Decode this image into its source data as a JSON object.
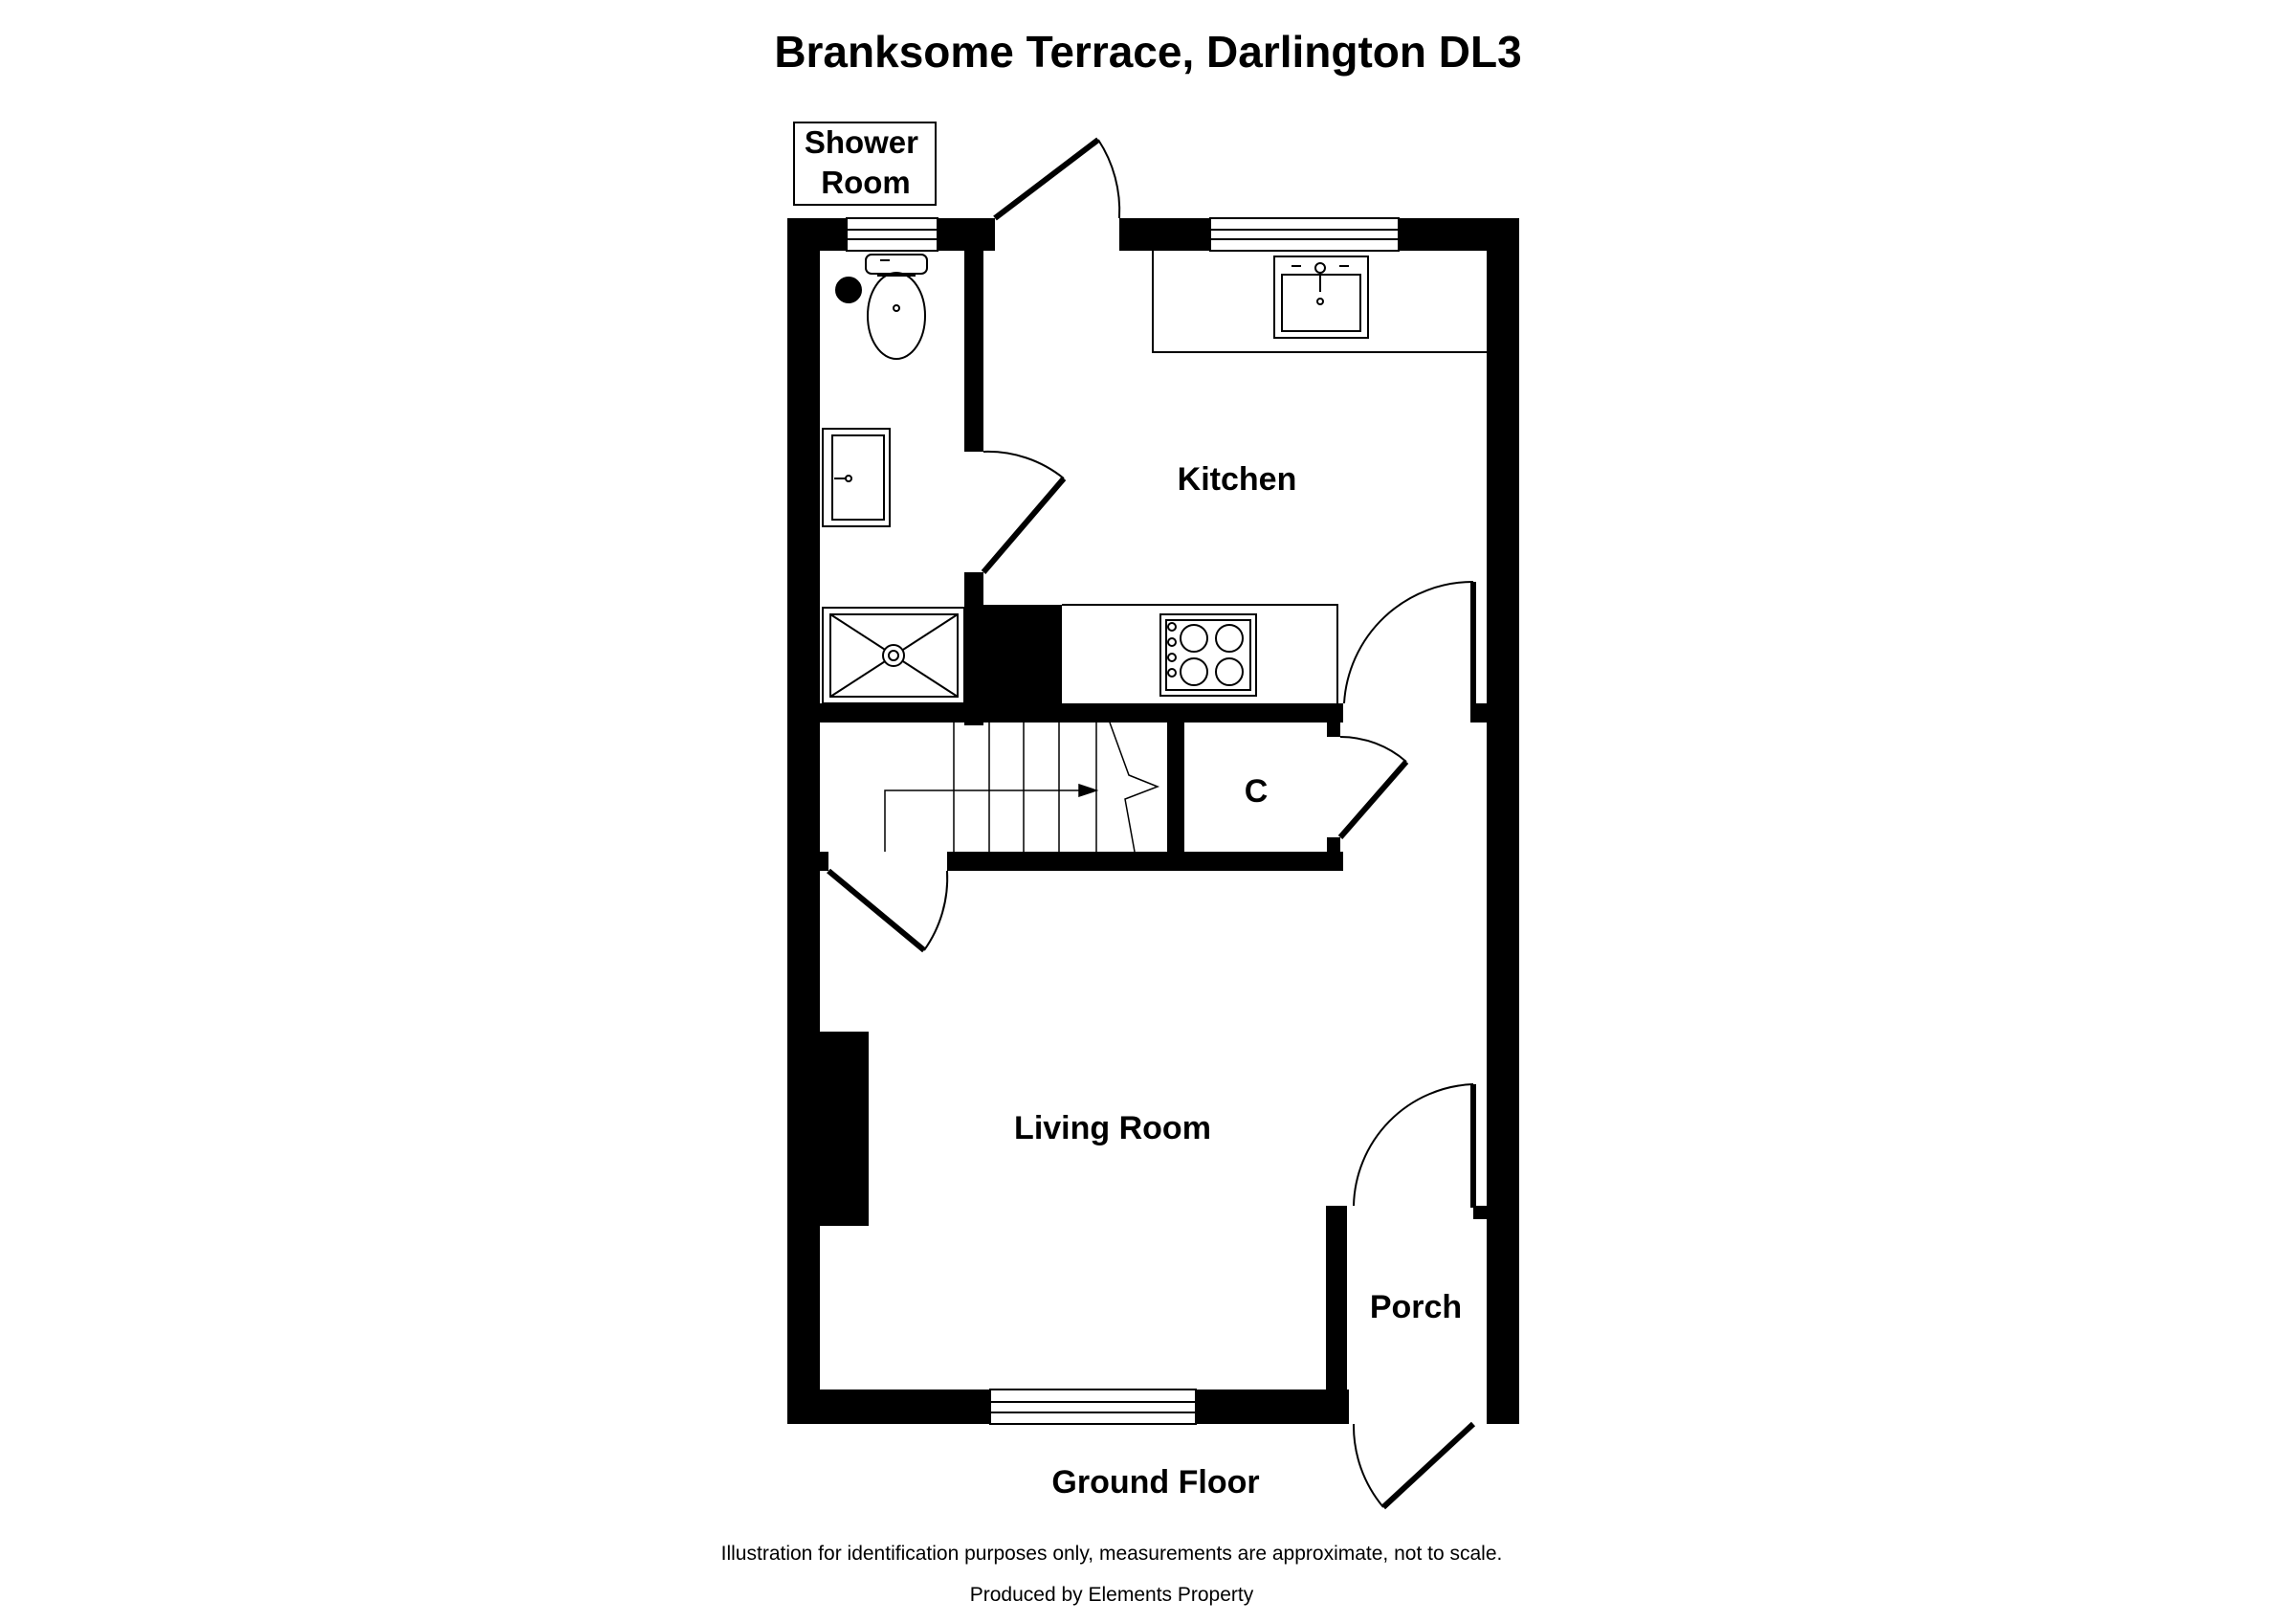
{
  "title": "Branksome Terrace, Darlington DL3",
  "rooms": {
    "shower_room": "Shower Room",
    "kitchen": "Kitchen",
    "cupboard": "C",
    "living_room": "Living Room",
    "porch": "Porch"
  },
  "floor_label": "Ground Floor",
  "disclaimer": "Illustration for identification purposes only, measurements are approximate, not to scale.",
  "produced_by": "Produced by Elements Property",
  "colors": {
    "wall": "#000000",
    "background": "#ffffff",
    "fixture_stroke": "#000000"
  },
  "icons": [
    "toilet-icon",
    "basin-icon",
    "shower-tray-icon",
    "sink-icon",
    "hob-icon",
    "stairs-icon"
  ]
}
